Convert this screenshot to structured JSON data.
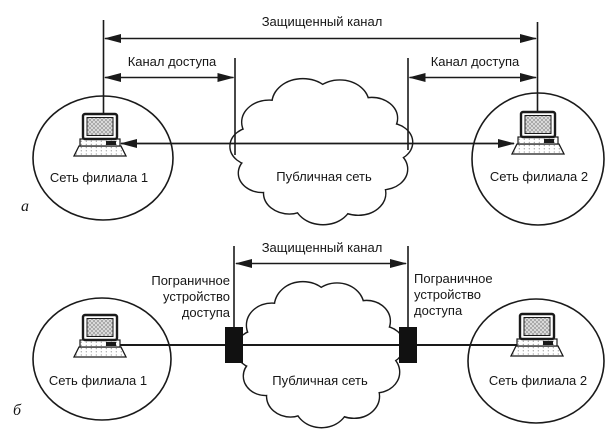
{
  "colors": {
    "ink": "#1a1a1a",
    "background": "#ffffff",
    "screen_fill": "#dcdcdc"
  },
  "diagram_a": {
    "part_label": "а",
    "protected_channel_label": "Защищенный канал",
    "access_channel_left_label": "Канал доступа",
    "access_channel_right_label": "Канал доступа",
    "branch_network_1_label": "Сеть филиала 1",
    "public_network_label": "Публичная сеть",
    "branch_network_2_label": "Сеть филиала 2"
  },
  "diagram_b": {
    "part_label": "б",
    "protected_channel_label": "Защищенный канал",
    "border_device_left_label": "Пограничное устройство доступа",
    "border_device_right_label": "Пограничное устройство доступа",
    "branch_network_1_label": "Сеть филиала 1",
    "public_network_label": "Публичная сеть",
    "branch_network_2_label": "Сеть филиала 2"
  }
}
